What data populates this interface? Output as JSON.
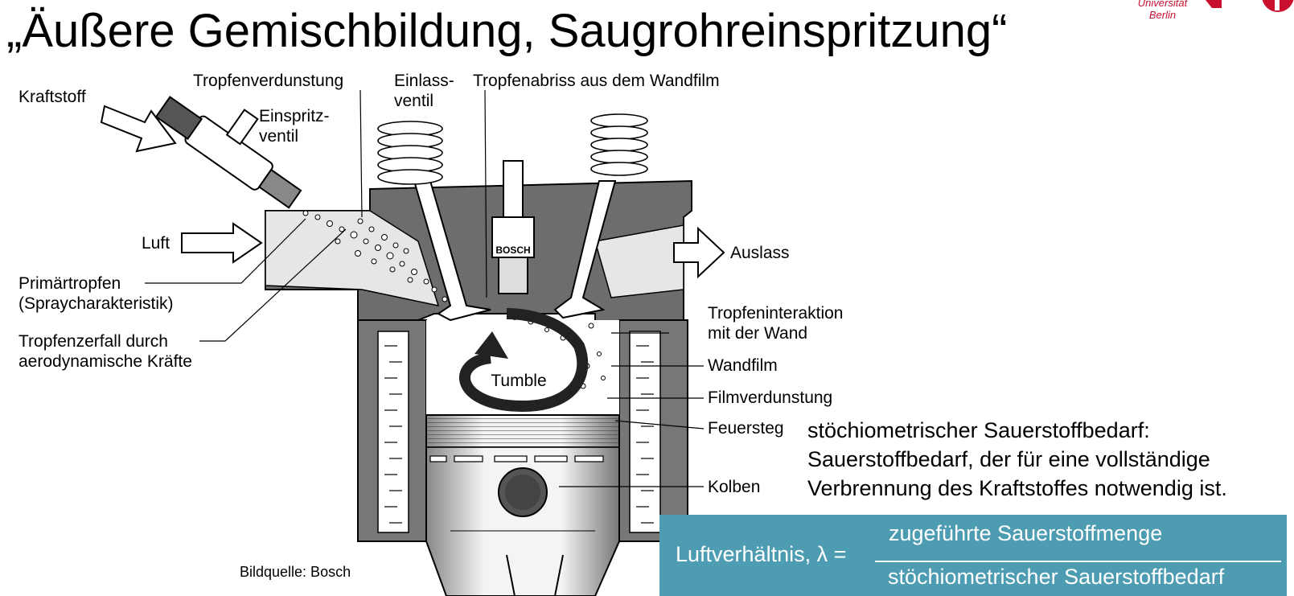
{
  "title": "„Äußere Gemischbildung, Saugrohreinspritzung“",
  "logo": {
    "line1": "Universität",
    "line2": "Berlin",
    "accent_color": "#c8102e"
  },
  "diagram": {
    "labels": {
      "kraftstoff": "Kraftstoff",
      "tropfenverdunstung": "Tropfenverdunstung",
      "einspritz1": "Einspritz-",
      "einspritz2": "ventil",
      "einlass1": "Einlass-",
      "einlass2": "ventil",
      "tropfenabriss": "Tropfenabriss aus dem Wandfilm",
      "luft": "Luft",
      "auslass": "Auslass",
      "primaer1": "Primärtropfen",
      "primaer2": "(Spraycharakteristik)",
      "zerfall1": "Tropfenzerfall durch",
      "zerfall2": "aerodynamische Kräfte",
      "interaktion1": "Tropfeninteraktion",
      "interaktion2": "mit der Wand",
      "wandfilm": "Wandfilm",
      "filmverdunstung": "Filmverdunstung",
      "feuersteg": "Feuersteg",
      "kolben": "Kolben",
      "tumble": "Tumble",
      "bosch": "BOSCH"
    },
    "source": "Bildquelle: Bosch"
  },
  "definition": {
    "line1": "stöchiometrischer Sauerstoffbedarf:",
    "line2": "Sauerstoffbedarf, der für eine vollständige",
    "line3": "Verbrennung des Kraftstoffes notwendig ist."
  },
  "formula": {
    "lhs": "Luftverhältnis, λ =",
    "numerator": "zugeführte Sauerstoffmenge",
    "denominator": "stöchiometrischer Sauerstoffbedarf",
    "background_color": "#4d9cb2"
  }
}
